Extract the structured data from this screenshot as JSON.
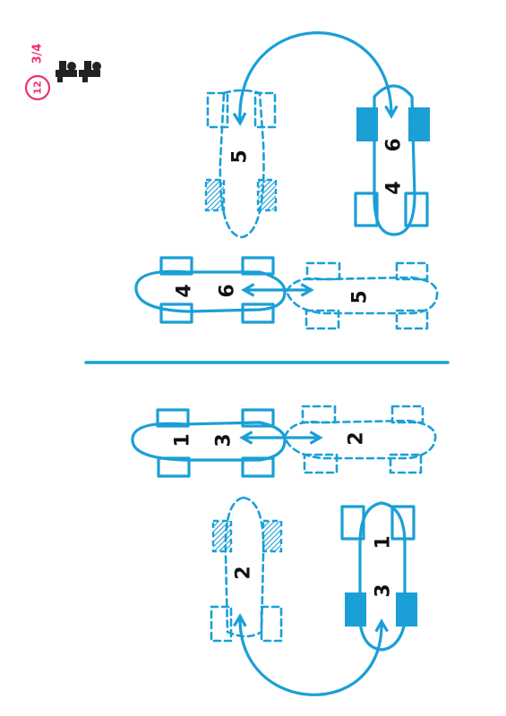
{
  "badge": {
    "number": "12",
    "fraction": "3/4",
    "players_icon": "two-players-icon"
  },
  "colors": {
    "ink_blue": "#1a9fd6",
    "accent_pink": "#e8337a",
    "text": "#111111"
  },
  "top_half": {
    "parked_car_dashed": {
      "label": "5"
    },
    "solid_car_right": {
      "label_a": "4",
      "label_b": "6"
    },
    "solid_car_middle": {
      "label_a": "4",
      "label_b": "6"
    },
    "dashed_car_middle": {
      "label": "5"
    }
  },
  "bottom_half": {
    "solid_car_middle": {
      "label_a": "1",
      "label_b": "3"
    },
    "dashed_car_middle": {
      "label": "2"
    },
    "parked_car_dashed": {
      "label": "2"
    },
    "solid_car_right": {
      "label_a": "1",
      "label_b": "3"
    }
  }
}
